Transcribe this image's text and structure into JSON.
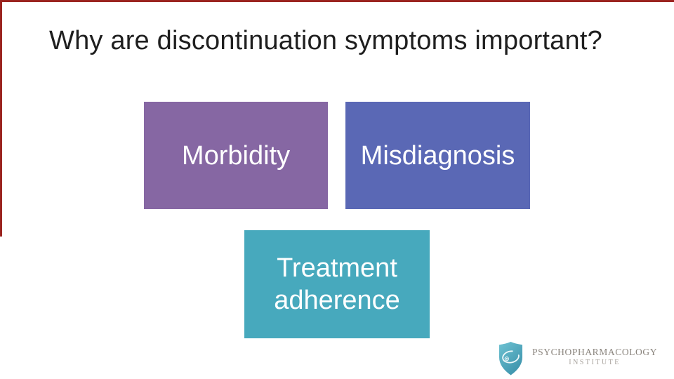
{
  "slide": {
    "title": "Why are discontinuation symptoms important?",
    "accent_line_color": "#9b2420",
    "background_color": "#ffffff",
    "title_color": "#1f1f1f"
  },
  "diagram": {
    "type": "smartart-boxes",
    "boxes": [
      {
        "label": "Morbidity",
        "color": "#8667a3",
        "text_color": "#ffffff"
      },
      {
        "label": "Misdiagnosis",
        "color": "#5a68b5",
        "text_color": "#ffffff"
      },
      {
        "label": "Treatment adherence",
        "color": "#47a9bd",
        "text_color": "#ffffff"
      }
    ]
  },
  "logo": {
    "org_name": "PSYCHOPHARMACOLOGY",
    "org_subtitle": "INSTITUTE",
    "icon": "shield-swirl-icon",
    "shield_color_top": "#6ec2d2",
    "shield_color_bottom": "#3d93ac",
    "text_color": "#8b857e",
    "subtitle_color": "#a7a19b"
  }
}
